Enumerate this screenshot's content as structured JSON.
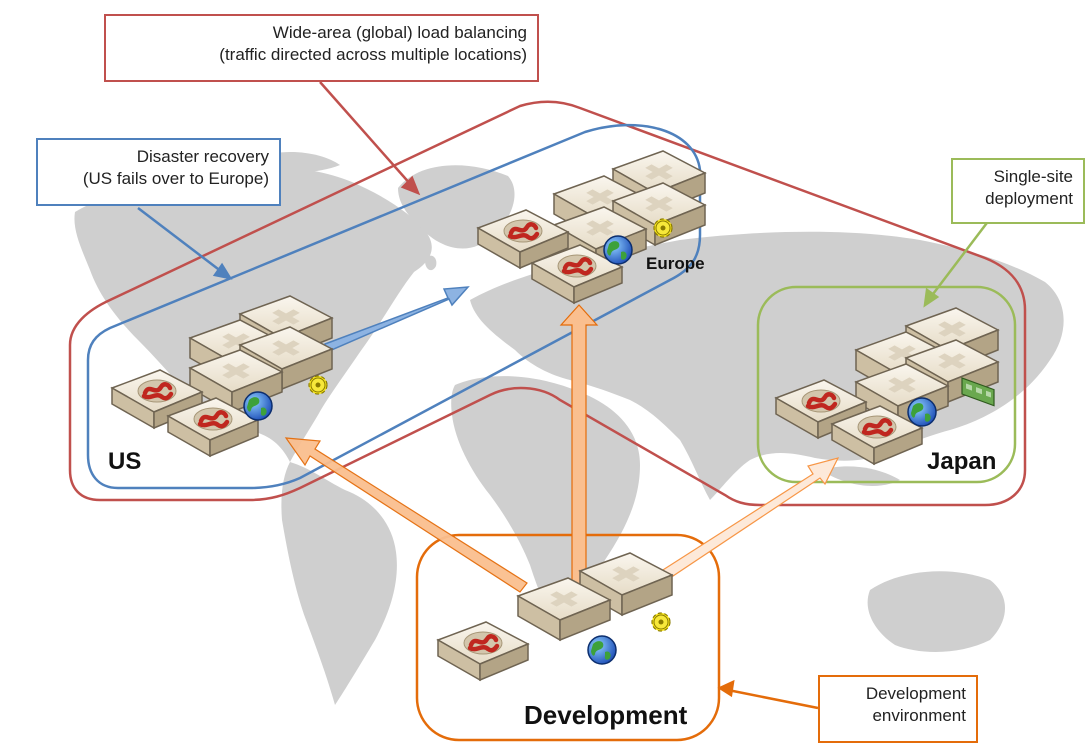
{
  "callouts": {
    "gslb": {
      "line1": "Wide-area (global) load balancing",
      "line2": "(traffic directed across multiple locations)",
      "color": "#c0504d"
    },
    "dr": {
      "line1": "Disaster recovery",
      "line2": "(US fails over to Europe)",
      "color": "#4f81bd"
    },
    "single": {
      "line1": "Single-site",
      "line2": "deployment",
      "color": "#9bbb59"
    },
    "dev": {
      "line1": "Development",
      "line2": "environment",
      "color": "#e46c0a"
    }
  },
  "regions": {
    "us": "US",
    "europe": "Europe",
    "japan": "Japan",
    "development": "Development"
  },
  "colors": {
    "map": "#cfcfcf",
    "gslb_outline": "#c0504d",
    "dr_outline": "#4f81bd",
    "japan_outline": "#9bbb59",
    "dev_outline": "#e46c0a",
    "failover_arrow": "#8db3e2",
    "deploy_arrow": "#fabf8f"
  },
  "icons": [
    "load-balancer-icon",
    "server-icon",
    "globe-icon",
    "gear-icon",
    "network-card-icon"
  ]
}
